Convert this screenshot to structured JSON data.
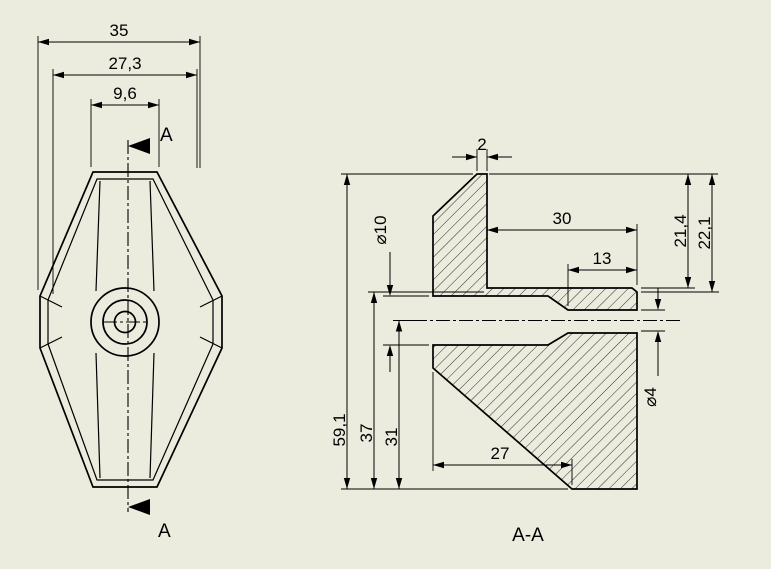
{
  "colors": {
    "background": "#ebebde",
    "line": "#000000"
  },
  "front_view": {
    "dim_35": "35",
    "dim_27_3": "27,3",
    "dim_9_6": "9,6",
    "section_label_top": "A",
    "section_label_bottom": "A"
  },
  "section_view": {
    "title": "A-A",
    "dim_2": "2",
    "dim_30": "30",
    "dim_13": "13",
    "dim_21_4": "21,4",
    "dim_22_1": "22,1",
    "dim_dia_10": "⌀10",
    "dim_dia_4": "⌀4",
    "dim_59_1": "59,1",
    "dim_37": "37",
    "dim_31": "31",
    "dim_27": "27"
  }
}
